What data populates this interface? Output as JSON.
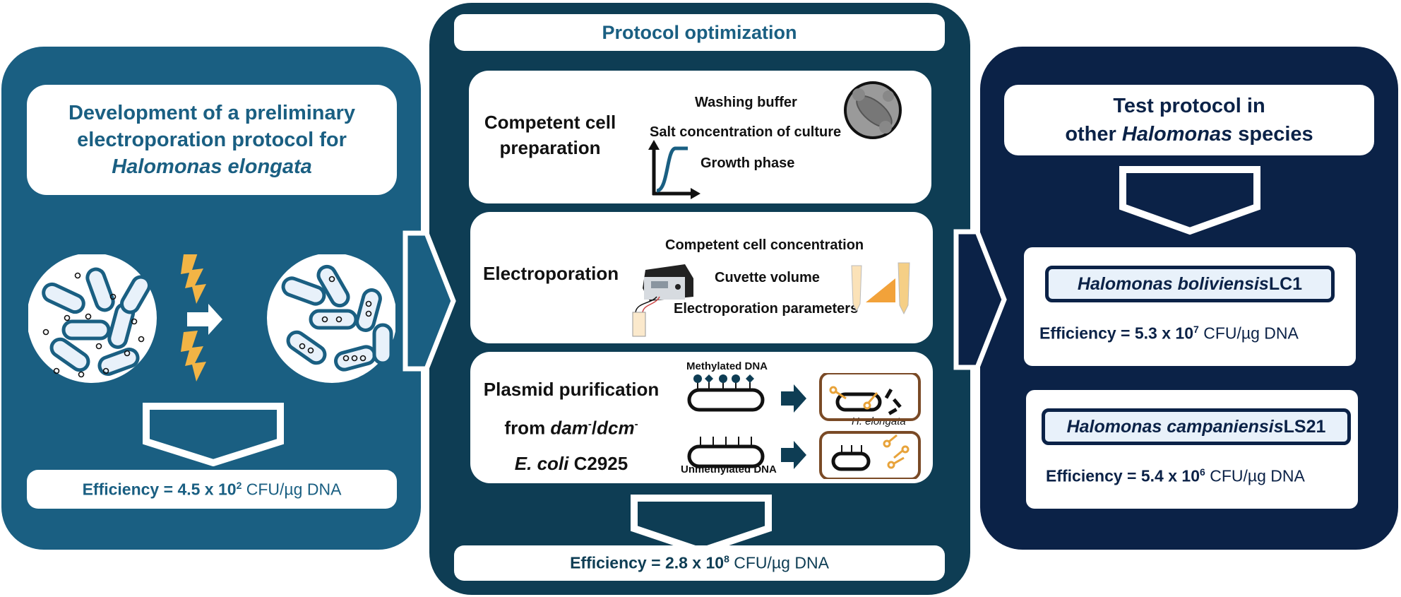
{
  "colors": {
    "left_panel": "#1a5f82",
    "middle_panel": "#0e3d54",
    "right_panel": "#0b2247",
    "lightning": "#f2b445",
    "scissors": "#e8a33a",
    "cell_wall": "#7a4a26"
  },
  "left": {
    "title_line1": "Development of a preliminary",
    "title_line2": "electroporation protocol for",
    "title_species": "Halomonas elongata",
    "efficiency": {
      "label": "Efficiency = ",
      "value": "4.5 x 10",
      "exponent": "2",
      "unit": " CFU/µg DNA"
    }
  },
  "middle": {
    "title": "Protocol optimization",
    "steps": [
      {
        "title_line1": "Competent cell",
        "title_line2": "preparation",
        "factors": [
          "Washing buffer",
          "Salt concentration of culture",
          "Growth phase"
        ]
      },
      {
        "title_line1": "Electroporation",
        "factors": [
          "Competent cell concentration",
          "Cuvette volume",
          "Electroporation parameters"
        ]
      },
      {
        "title_line1": "Plasmid purification",
        "title_line2_prefix": "from ",
        "title_line2_dam": "dam",
        "title_line2_sep": "/",
        "title_line2_dcm": "dcm",
        "minus": "-",
        "title_line3_italic": "E. coli",
        "title_line3_strain": " C2925",
        "methylated_label": "Methylated DNA",
        "unmethylated_label": "Unmethylated DNA",
        "host_label": "H. elongata"
      }
    ],
    "efficiency": {
      "label": "Efficiency = ",
      "value": "2.8 x 10",
      "exponent": "8",
      "unit": " CFU/µg DNA"
    }
  },
  "right": {
    "title_line1": "Test protocol in",
    "title_line2_prefix": "other ",
    "title_line2_italic": "Halomonas",
    "title_line2_suffix": " species",
    "species": [
      {
        "genus_species": "Halomonas boliviensis",
        "strain": " LC1",
        "efficiency": {
          "label": "Efficiency =  ",
          "value": "5.3 x 10",
          "exponent": "7",
          "unit": " CFU/µg DNA"
        }
      },
      {
        "genus_species": "Halomonas campaniensis",
        "strain": " LS21",
        "efficiency": {
          "label": "Efficiency =  ",
          "value": "5.4 x 10",
          "exponent": "6",
          "unit": " CFU/µg DNA"
        }
      }
    ]
  }
}
